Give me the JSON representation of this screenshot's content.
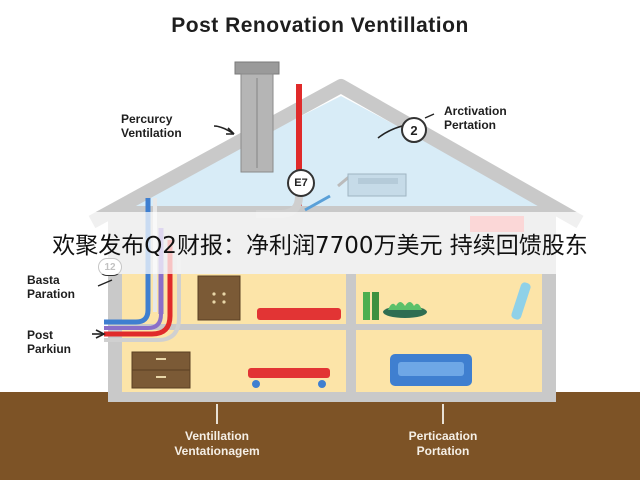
{
  "title": "Post Renovation Ventillation",
  "callouts": {
    "percurcy": {
      "line1": "Percurcy",
      "line2": "Ventilation"
    },
    "arctivation": {
      "number": "2",
      "line1": "Arctivation",
      "line2": "Pertation"
    },
    "basta": {
      "number": "12",
      "line1": "Basta",
      "line2": "Paration"
    },
    "post": {
      "line1": "Post",
      "line2": "Parkiun"
    },
    "pipe_marker": {
      "number": "E7"
    }
  },
  "bottom_labels": {
    "left": {
      "line1": "Ventillation",
      "line2": "Ventationagem"
    },
    "right": {
      "line1": "Perticaation",
      "line2": "Portation"
    }
  },
  "overlay_caption": "欢聚发布Q2财报：净利润7700万美元 持续回馈股东",
  "colors": {
    "ground": "#7d5326",
    "roof_frame": "#c9c9c9",
    "attic": "#d8ecf7",
    "room": "#fce4a8",
    "warm_duct": "#e02a2a",
    "cool_duct": "#3f7fd0",
    "chimney": "#a9a9a9"
  }
}
